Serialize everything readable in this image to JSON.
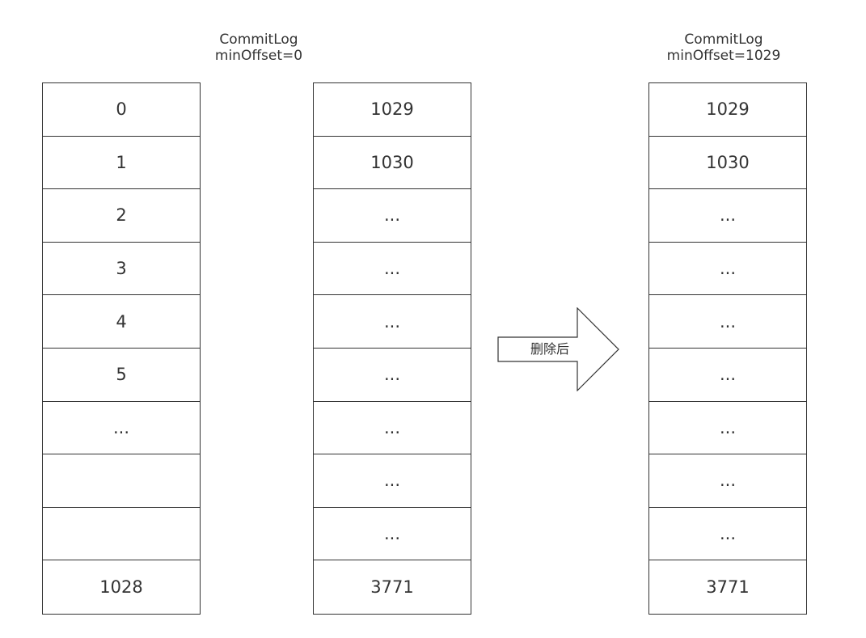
{
  "labels": {
    "left": {
      "line1": "CommitLog",
      "line2": "minOffset=0"
    },
    "right": {
      "line1": "CommitLog",
      "line2": "minOffset=1029"
    }
  },
  "columns": [
    {
      "cells": [
        "0",
        "1",
        "2",
        "3",
        "4",
        "5",
        "...",
        "",
        "",
        "1028"
      ]
    },
    {
      "cells": [
        "1029",
        "1030",
        "...",
        "...",
        "...",
        "...",
        "...",
        "...",
        "...",
        "3771"
      ]
    },
    {
      "cells": [
        "1029",
        "1030",
        "...",
        "...",
        "...",
        "...",
        "...",
        "...",
        "...",
        "3771"
      ]
    }
  ],
  "arrow": {
    "label": "删除后"
  }
}
